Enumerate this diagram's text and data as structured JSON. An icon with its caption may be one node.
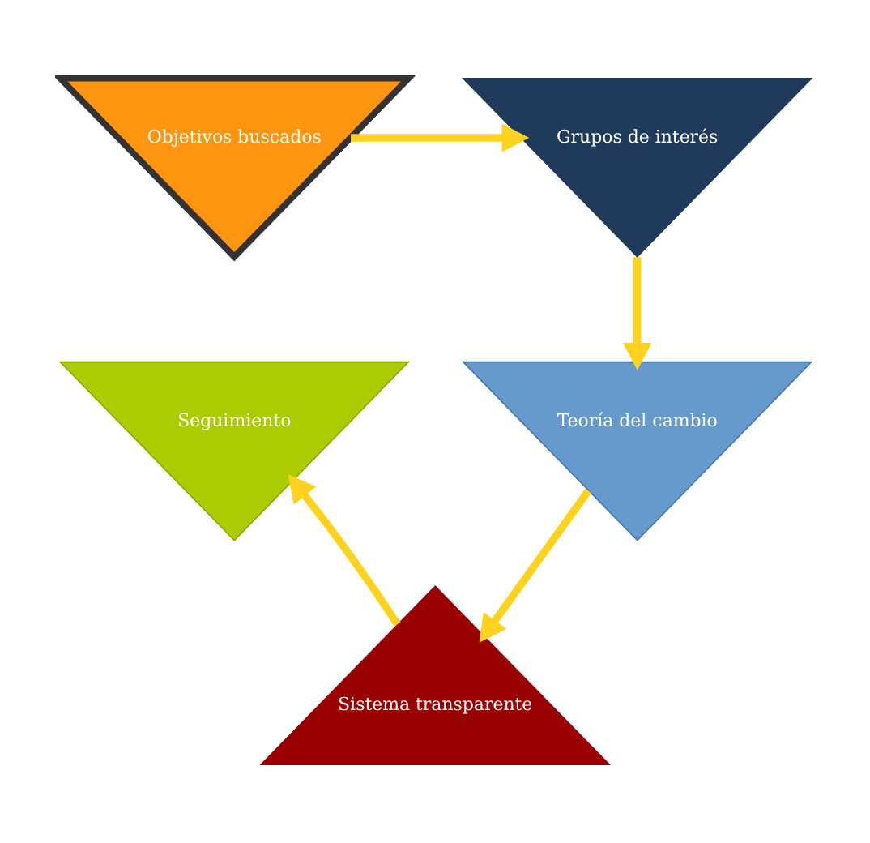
{
  "diagram": {
    "nodes": [
      {
        "text": [
          "Objetivos buscados"
        ]
      },
      {
        "text": [
          "Grupos de interés"
        ]
      },
      {
        "text": [
          "Teoría del cambio"
        ]
      },
      {
        "text": [
          "Sistema transparente"
        ]
      },
      {
        "text": [
          "Seguimiento"
        ]
      }
    ],
    "edges": [
      {
        "from": 0,
        "to": 1,
        "arrow": "to"
      },
      {
        "from": 1,
        "to": 2,
        "arrow": "to"
      },
      {
        "from": 2,
        "to": 3,
        "arrow": "to"
      },
      {
        "from": 3,
        "to": 4,
        "arrow": "to"
      }
    ]
  }
}
